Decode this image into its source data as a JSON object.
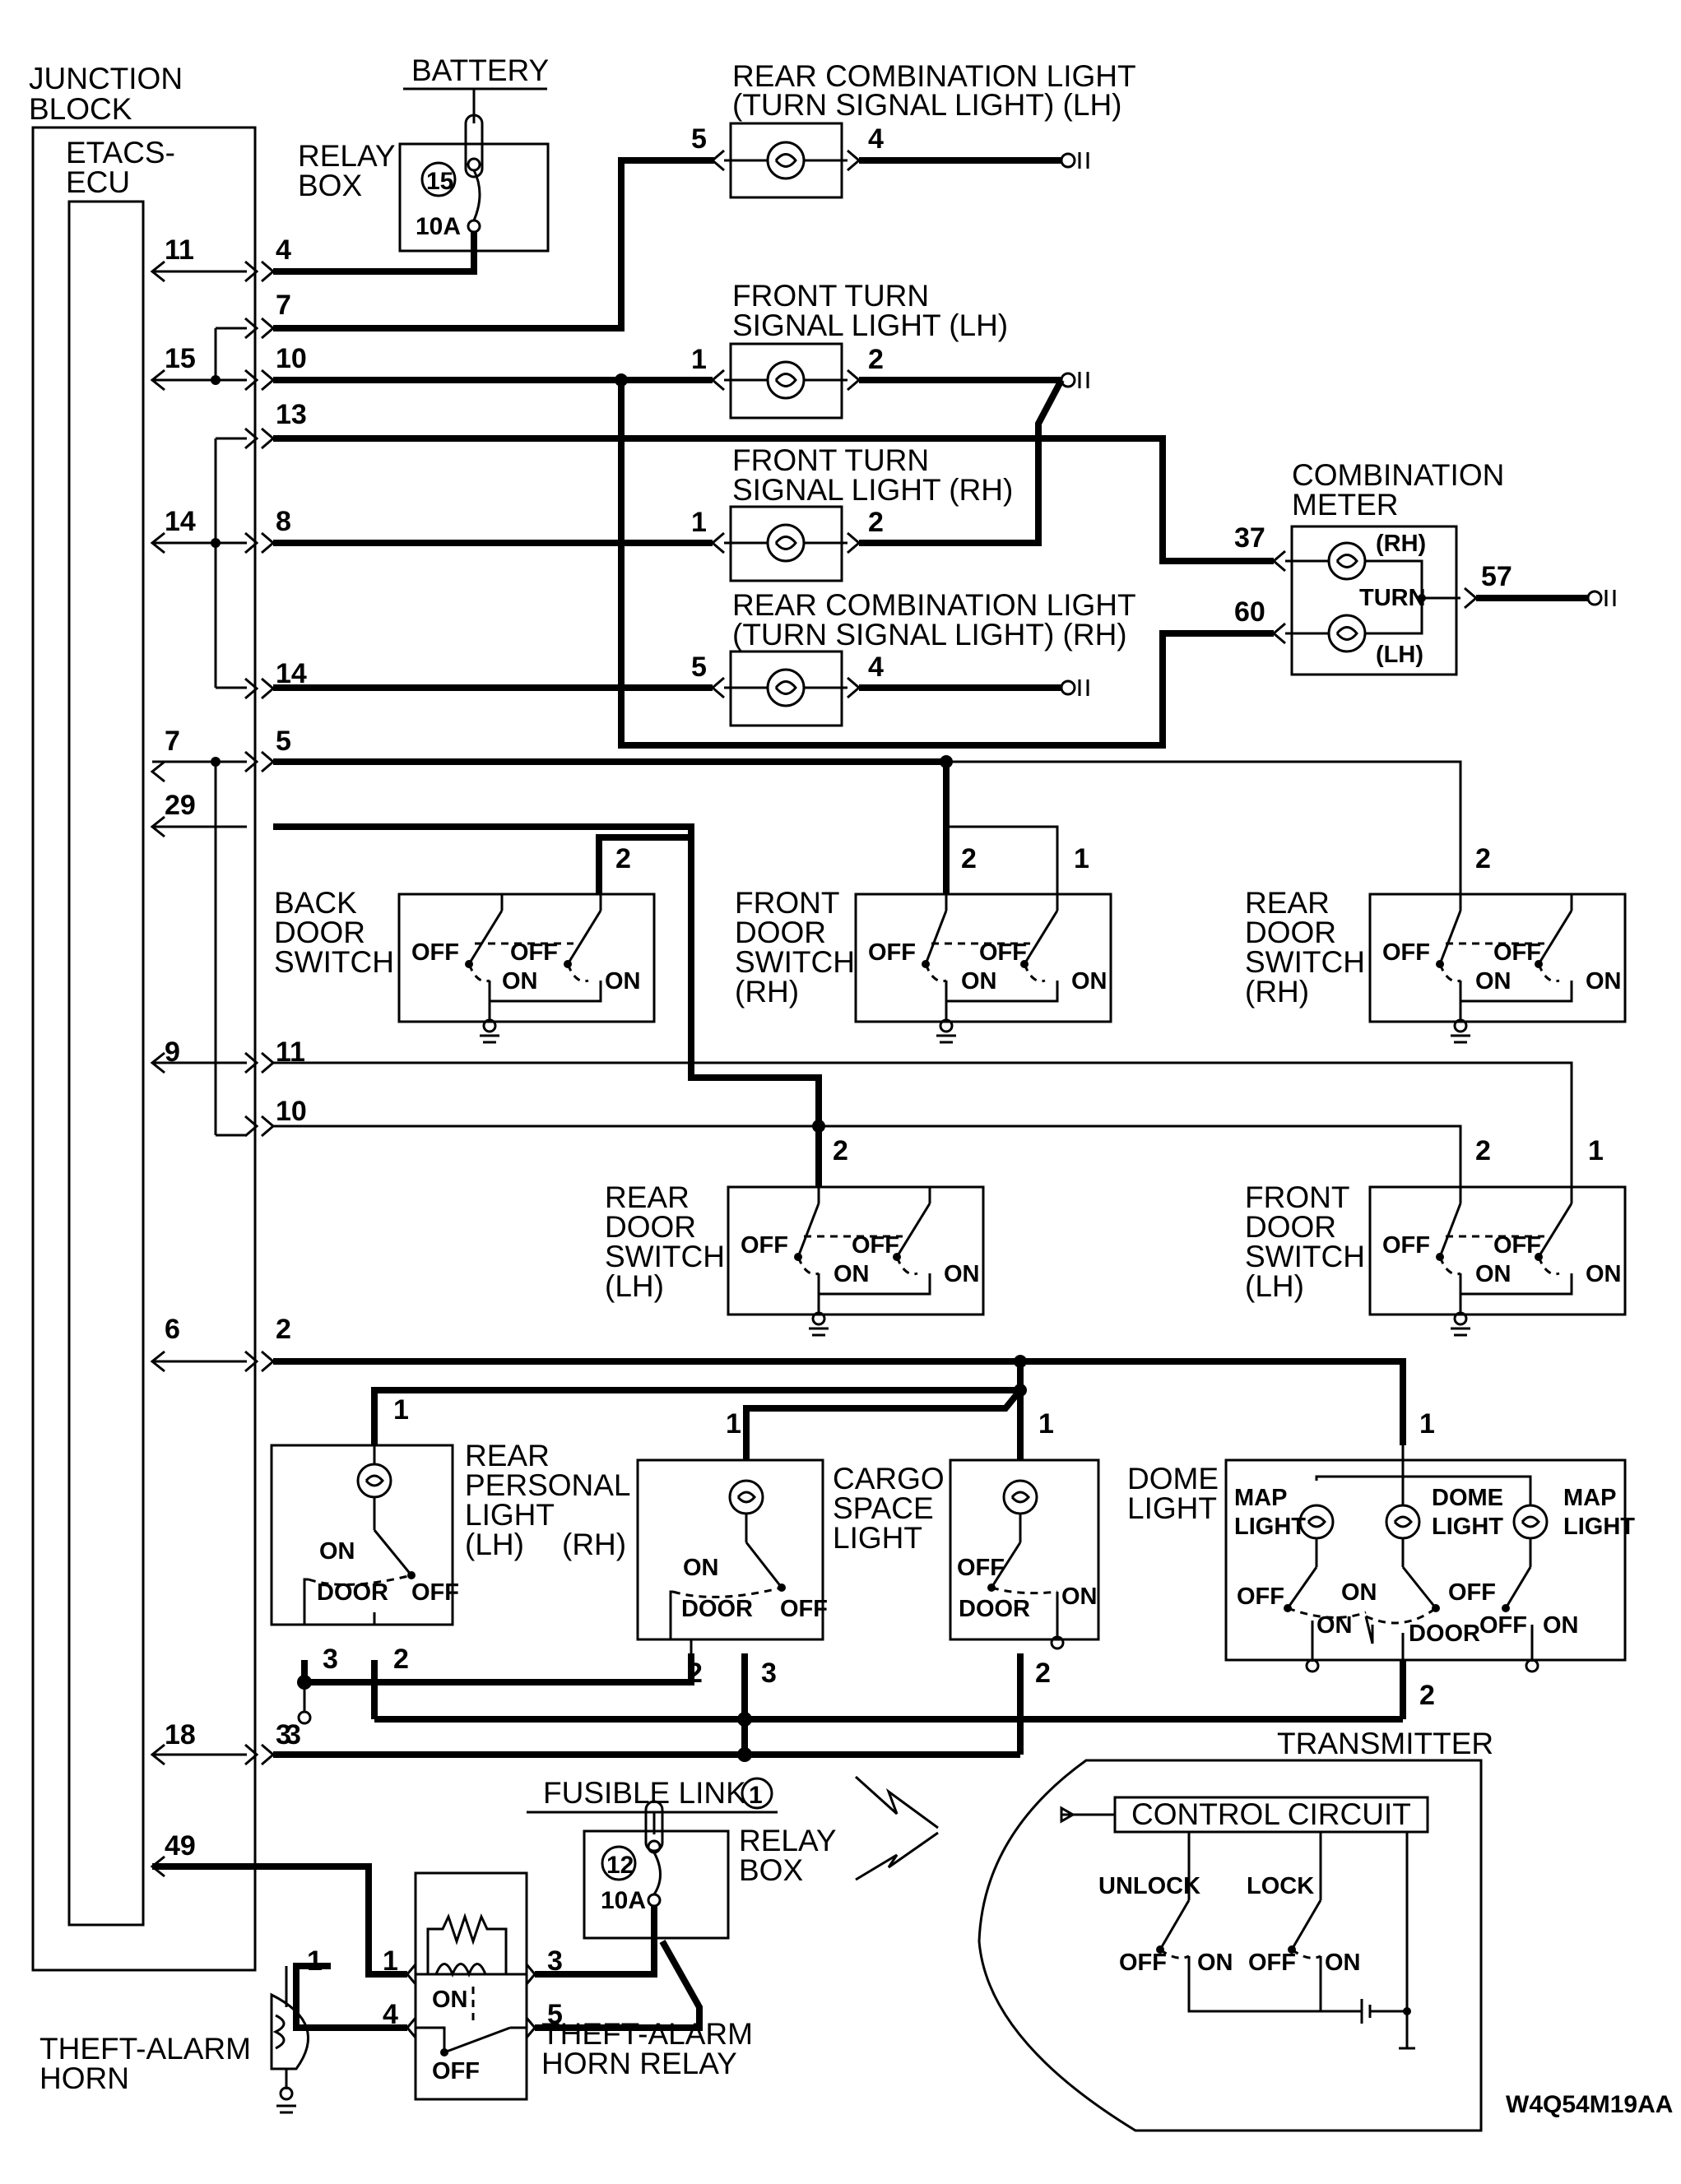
{
  "junction_block": {
    "title_line1": "JUNCTION",
    "title_line2": "BLOCK",
    "ecu_line1": "ETACS-",
    "ecu_line2": "ECU"
  },
  "battery": "BATTERY",
  "relay_box_top": {
    "line1": "RELAY",
    "line2": "BOX",
    "fuse_no": "15",
    "rating": "10A"
  },
  "rear_comb_lh": {
    "line1": "REAR COMBINATION LIGHT",
    "line2": "(TURN SIGNAL LIGHT) (LH)",
    "pin_in": "5",
    "pin_out": "4"
  },
  "front_turn_lh": {
    "line1": "FRONT TURN",
    "line2": "SIGNAL LIGHT (LH)",
    "pin_in": "1",
    "pin_out": "2"
  },
  "front_turn_rh": {
    "line1": "FRONT TURN",
    "line2": "SIGNAL LIGHT (RH)",
    "pin_in": "1",
    "pin_out": "2"
  },
  "rear_comb_rh": {
    "line1": "REAR COMBINATION LIGHT",
    "line2": "(TURN SIGNAL LIGHT) (RH)",
    "pin_in": "5",
    "pin_out": "4"
  },
  "combination_meter": {
    "line1": "COMBINATION",
    "line2": "METER",
    "rh": "(RH)",
    "lh": "(LH)",
    "turn": "TURN",
    "pin_rh": "37",
    "pin_lh": "60",
    "pin_out": "57"
  },
  "ecu_pins": {
    "p11": "11",
    "p15": "15",
    "p14": "14",
    "p7": "7",
    "p29": "29",
    "p9": "9",
    "p6": "6",
    "p18": "18",
    "p49": "49"
  },
  "jb_pins": {
    "j4": "4",
    "j7": "7",
    "j10": "10",
    "j13": "13",
    "j8": "8",
    "j14": "14",
    "j5": "5",
    "j11": "11",
    "j10b": "10",
    "j2": "2",
    "j3": "3"
  },
  "back_door_switch": {
    "line1": "BACK",
    "line2": "DOOR",
    "line3": "SWITCH",
    "pin": "2"
  },
  "front_door_switch_rh": {
    "line1": "FRONT",
    "line2": "DOOR",
    "line3": "SWITCH",
    "line4": "(RH)",
    "pin_a": "2",
    "pin_b": "1"
  },
  "rear_door_switch_rh": {
    "line1": "REAR",
    "line2": "DOOR",
    "line3": "SWITCH",
    "line4": "(RH)",
    "pin": "2"
  },
  "rear_door_switch_lh": {
    "line1": "REAR",
    "line2": "DOOR",
    "line3": "SWITCH",
    "line4": "(LH)",
    "pin": "2"
  },
  "front_door_switch_lh": {
    "line1": "FRONT",
    "line2": "DOOR",
    "line3": "SWITCH",
    "line4": "(LH)",
    "pin_a": "2",
    "pin_b": "1"
  },
  "switch_labels": {
    "off": "OFF",
    "on": "ON",
    "door": "DOOR"
  },
  "rear_personal_light": {
    "line1": "REAR",
    "line2": "PERSONAL",
    "line3": "LIGHT",
    "line4": "(LH)",
    "rh": "(RH)",
    "pin_1": "1",
    "pin_3": "3",
    "pin_2": "2"
  },
  "rear_personal_rh": {
    "pin_1": "1",
    "pin_2": "2",
    "pin_3": "3"
  },
  "cargo_space_light": {
    "line1": "CARGO",
    "line2": "SPACE",
    "line3": "LIGHT",
    "pin_1": "1",
    "pin_2": "2"
  },
  "dome_light": {
    "line1": "DOME",
    "line2": "LIGHT",
    "map1": "MAP",
    "map2": "LIGHT",
    "dome1": "DOME",
    "dome2": "LIGHT",
    "pin_1": "1",
    "pin_2": "2"
  },
  "ground_pin_3": "3",
  "transmitter": {
    "title": "TRANSMITTER",
    "control": "CONTROL CIRCUIT",
    "unlock": "UNLOCK",
    "lock": "LOCK"
  },
  "fusible_link": {
    "text": "FUSIBLE LINK",
    "no": "1"
  },
  "relay_box_bottom": {
    "line1": "RELAY",
    "line2": "BOX",
    "fuse_no": "12",
    "rating": "10A"
  },
  "horn_relay": {
    "line1": "THEFT-ALARM",
    "line2": "HORN RELAY",
    "pin1": "1",
    "pin3": "3",
    "pin4": "4",
    "pin5": "5"
  },
  "horn": {
    "line1": "THEFT-ALARM",
    "line2": "HORN",
    "pin": "1"
  },
  "diagram_code": "W4Q54M19AA"
}
